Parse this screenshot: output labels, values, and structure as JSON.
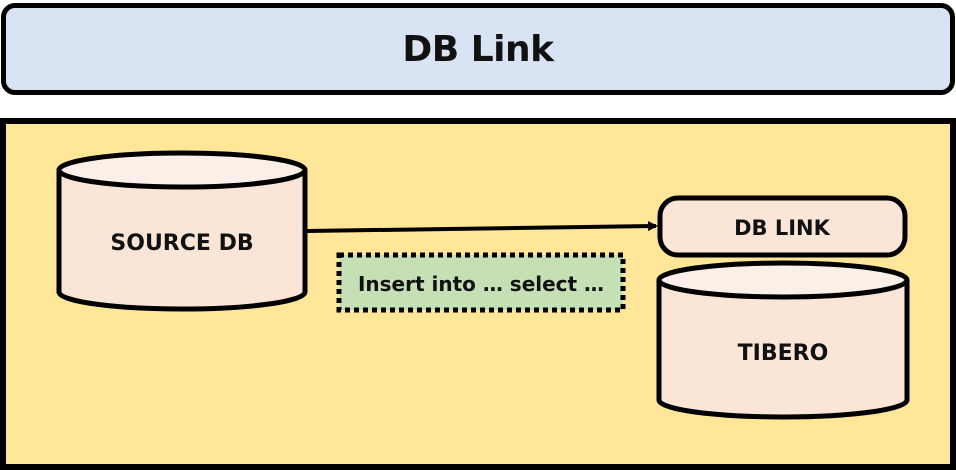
{
  "header": {
    "title": "DB Link"
  },
  "diagram": {
    "source_db": {
      "label": "SOURCE DB"
    },
    "db_link": {
      "label": "DB LINK"
    },
    "target_db": {
      "label": "TIBERO"
    },
    "query_note": {
      "label": "Insert into … select …"
    },
    "colors": {
      "header_fill": "#dae3f3",
      "stage_fill": "#ffe699",
      "db_fill": "#fbe5d6",
      "db_top_fill": "#fcefe7",
      "note_fill": "#c5e0b4",
      "stroke": "#000000"
    }
  }
}
